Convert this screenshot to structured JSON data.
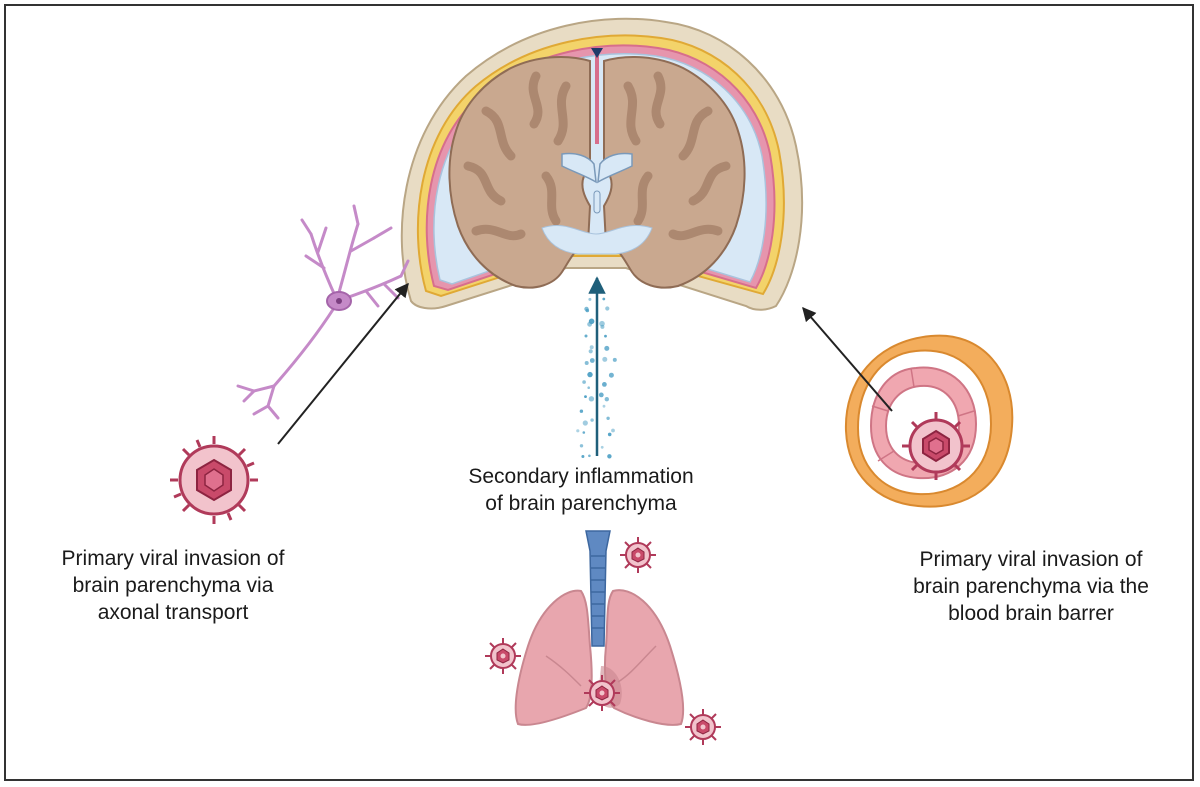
{
  "labels": {
    "axonal": [
      "Primary viral invasion of",
      "brain parenchyma via",
      "axonal transport"
    ],
    "secondary": [
      "Secondary inflammation",
      "of brain parenchyma"
    ],
    "bbb": [
      "Primary viral invasion of",
      "brain parenchyma via the",
      "blood brain barrer"
    ]
  },
  "colors": {
    "brain_tissue": "#c9a88f",
    "brain_sulci": "#a8836b",
    "skull": "#e8dcc4",
    "meninges_yellow": "#f0c23a",
    "meninges_pink": "#d76e8c",
    "csf": "#d8e8f6",
    "neuron": "#c58ac8",
    "virus": "#c94a6a",
    "lung": "#e8a6ae",
    "trachea": "#5f89c2",
    "vessel_outer": "#f3ad5c",
    "vessel_inner": "#f0a7b0",
    "droplets": "#4a9ec4",
    "arrow": "#222222"
  }
}
